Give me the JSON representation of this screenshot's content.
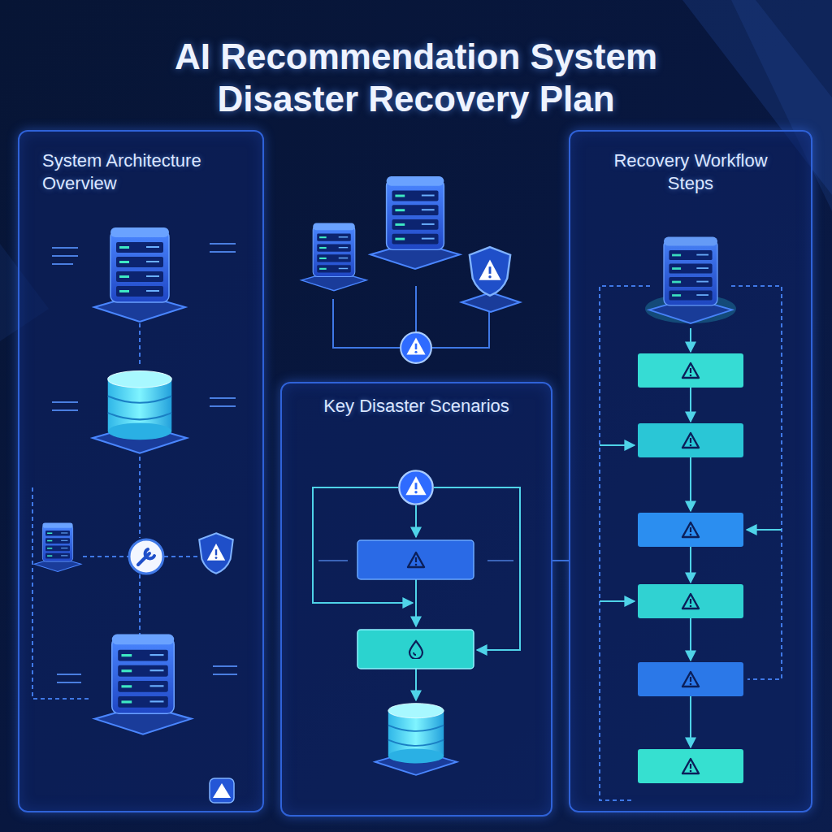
{
  "diagram": {
    "title": "AI Recommendation System Disaster Recovery Plan",
    "nodes": [
      {
        "text": [
          "System Architecture Overview"
        ]
      },
      {
        "text": [
          "Key Disaster Scenarios"
        ]
      },
      {
        "text": [
          "Recovery Workflow Steps"
        ]
      }
    ],
    "edges": [
      {
        "from": 1,
        "to": 2,
        "arrow": "none"
      }
    ]
  }
}
